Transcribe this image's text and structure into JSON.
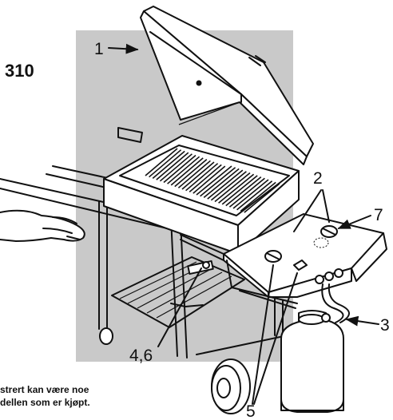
{
  "figure": {
    "model_label": "310",
    "caption_line1": "strert kan være noe",
    "caption_line2": "dellen som er kjøpt."
  },
  "callouts": {
    "c1": "1",
    "c2": "2",
    "c3": "3",
    "c46": "4,6",
    "c5": "5",
    "c7": "7"
  },
  "colors": {
    "backdrop": "#c9c9c9",
    "line": "#111111"
  }
}
